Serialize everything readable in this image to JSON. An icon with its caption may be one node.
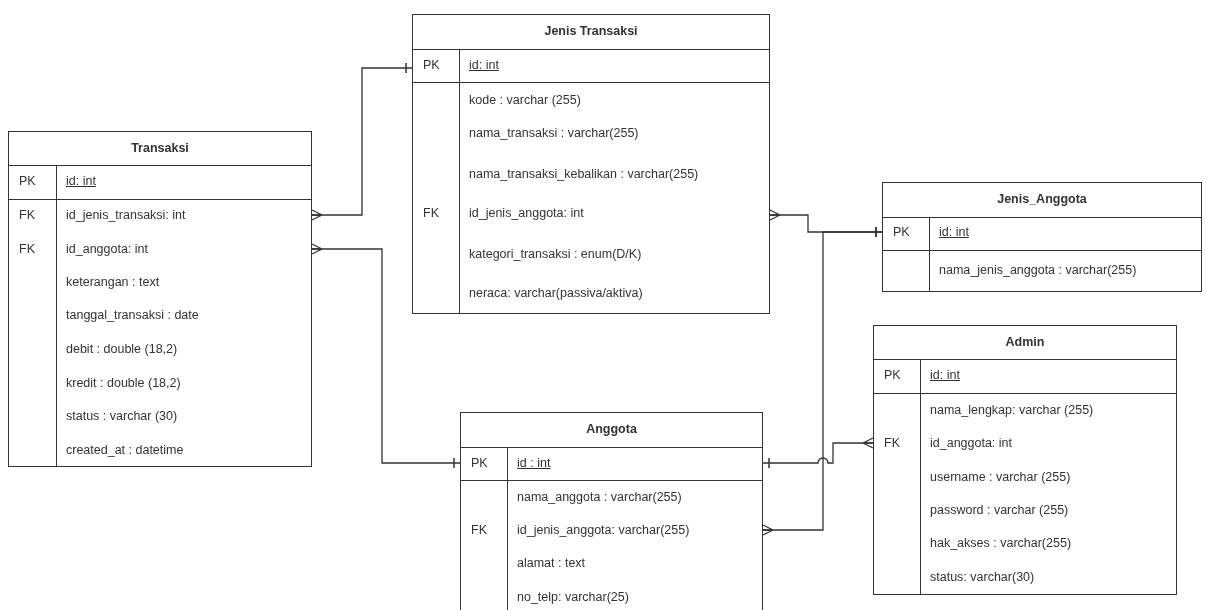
{
  "diagram": {
    "nodes": [
      {
        "text": [
          "Jenis Transaksi",
          "PK",
          "id: int",
          "kode : varchar (255)",
          "nama_transaksi : varchar(255)",
          "nama_transaksi_kebalikan : varchar(255)",
          "FK",
          "id_jenis_anggota: int",
          "kategori_transaksi : enum(D/K)",
          "neraca: varchar(passiva/aktiva)"
        ]
      },
      {
        "text": [
          "Transaksi",
          "PK",
          "id: int",
          "FK",
          "id_jenis_transaksi: int",
          "FK",
          "id_anggota: int",
          "keterangan : text",
          "tanggal_transaksi : date",
          "debit : double (18,2)",
          "kredit : double (18,2)",
          "status : varchar (30)",
          "created_at : datetime"
        ]
      },
      {
        "text": [
          "Jenis_Anggota",
          "PK",
          "id: int",
          "nama_jenis_anggota : varchar(255)"
        ]
      },
      {
        "text": [
          "Admin",
          "PK",
          "id: int",
          "nama_lengkap: varchar (255)",
          "FK",
          "id_anggota: int",
          "username : varchar (255)",
          "password : varchar (255)",
          "hak_akses : varchar(255)",
          "status: varchar(30)"
        ]
      },
      {
        "text": [
          "Anggota",
          "PK",
          "id : int",
          "nama_anggota : varchar(255)",
          "FK",
          "id_jenis_anggota: varchar(255)",
          "alamat : text",
          "no_telp: varchar(25)"
        ]
      }
    ],
    "edges": [
      {
        "from": 1,
        "to": 0,
        "arrow": "other"
      },
      {
        "from": 1,
        "to": 4,
        "arrow": "other"
      },
      {
        "from": 0,
        "to": 2,
        "arrow": "other"
      },
      {
        "from": 4,
        "to": 2,
        "arrow": "other"
      },
      {
        "from": 3,
        "to": 4,
        "arrow": "other"
      }
    ]
  }
}
